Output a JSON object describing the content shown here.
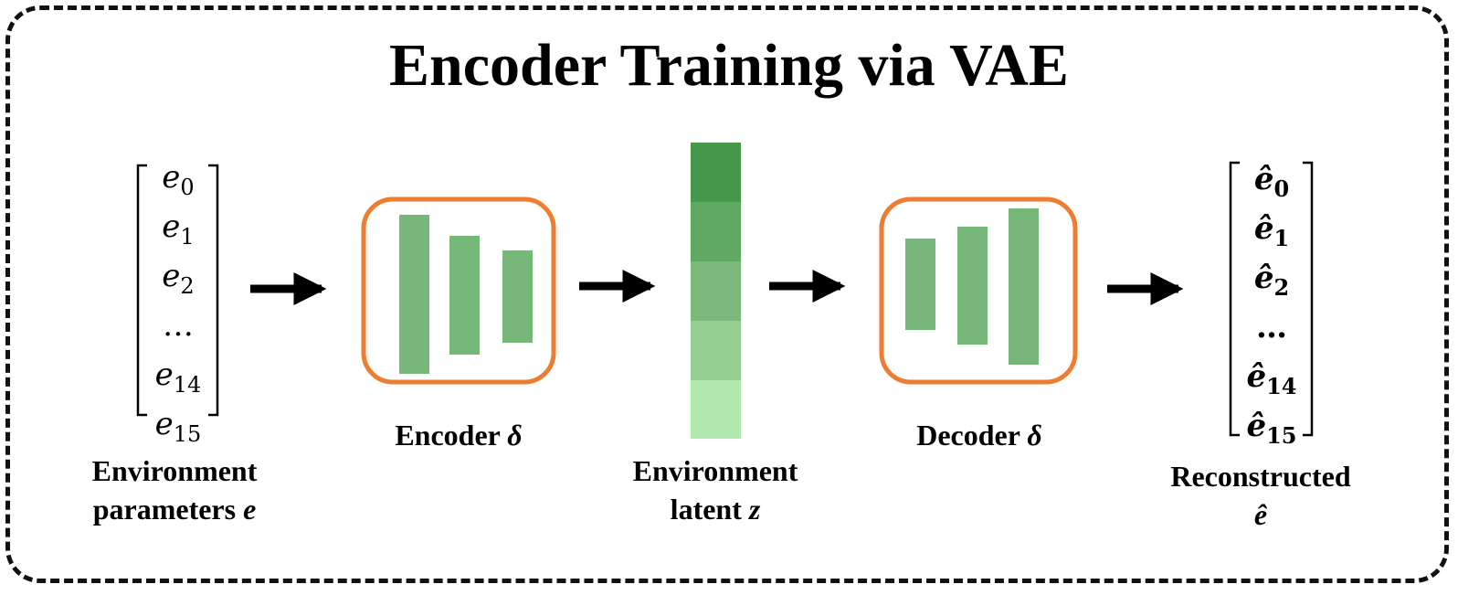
{
  "title": "Encoder Training via VAE",
  "input_vector": {
    "symbol": "e",
    "items": [
      {
        "sub": "0"
      },
      {
        "sub": "1"
      },
      {
        "sub": "2"
      },
      {
        "ellipsis": "…"
      },
      {
        "sub": "14"
      },
      {
        "sub": "15"
      }
    ]
  },
  "output_vector": {
    "symbol": "ê",
    "items": [
      {
        "sub": "0"
      },
      {
        "sub": "1"
      },
      {
        "sub": "2"
      },
      {
        "ellipsis": "…"
      },
      {
        "sub": "14"
      },
      {
        "sub": "15"
      }
    ]
  },
  "labels": {
    "input": {
      "line1": "Environment",
      "line2_text": "parameters ",
      "line2_symbol": "e"
    },
    "encoder": {
      "text": "Encoder ",
      "symbol": "δ"
    },
    "latent": {
      "line1": "Environment",
      "line2_text": "latent ",
      "line2_symbol": "z"
    },
    "decoder": {
      "text": "Decoder ",
      "symbol": "δ"
    },
    "output": {
      "line1": "Reconstructed",
      "line2_symbol": "ê"
    }
  },
  "colors": {
    "block_border": "#ee7d31",
    "layer_fill": "#78b77a",
    "latent_cells": [
      "#46994a",
      "#5fa963",
      "#7ab87c",
      "#96cf92",
      "#b2e9ae"
    ],
    "arrow": "#000000"
  },
  "icons": [
    "right-arrow-icon"
  ]
}
